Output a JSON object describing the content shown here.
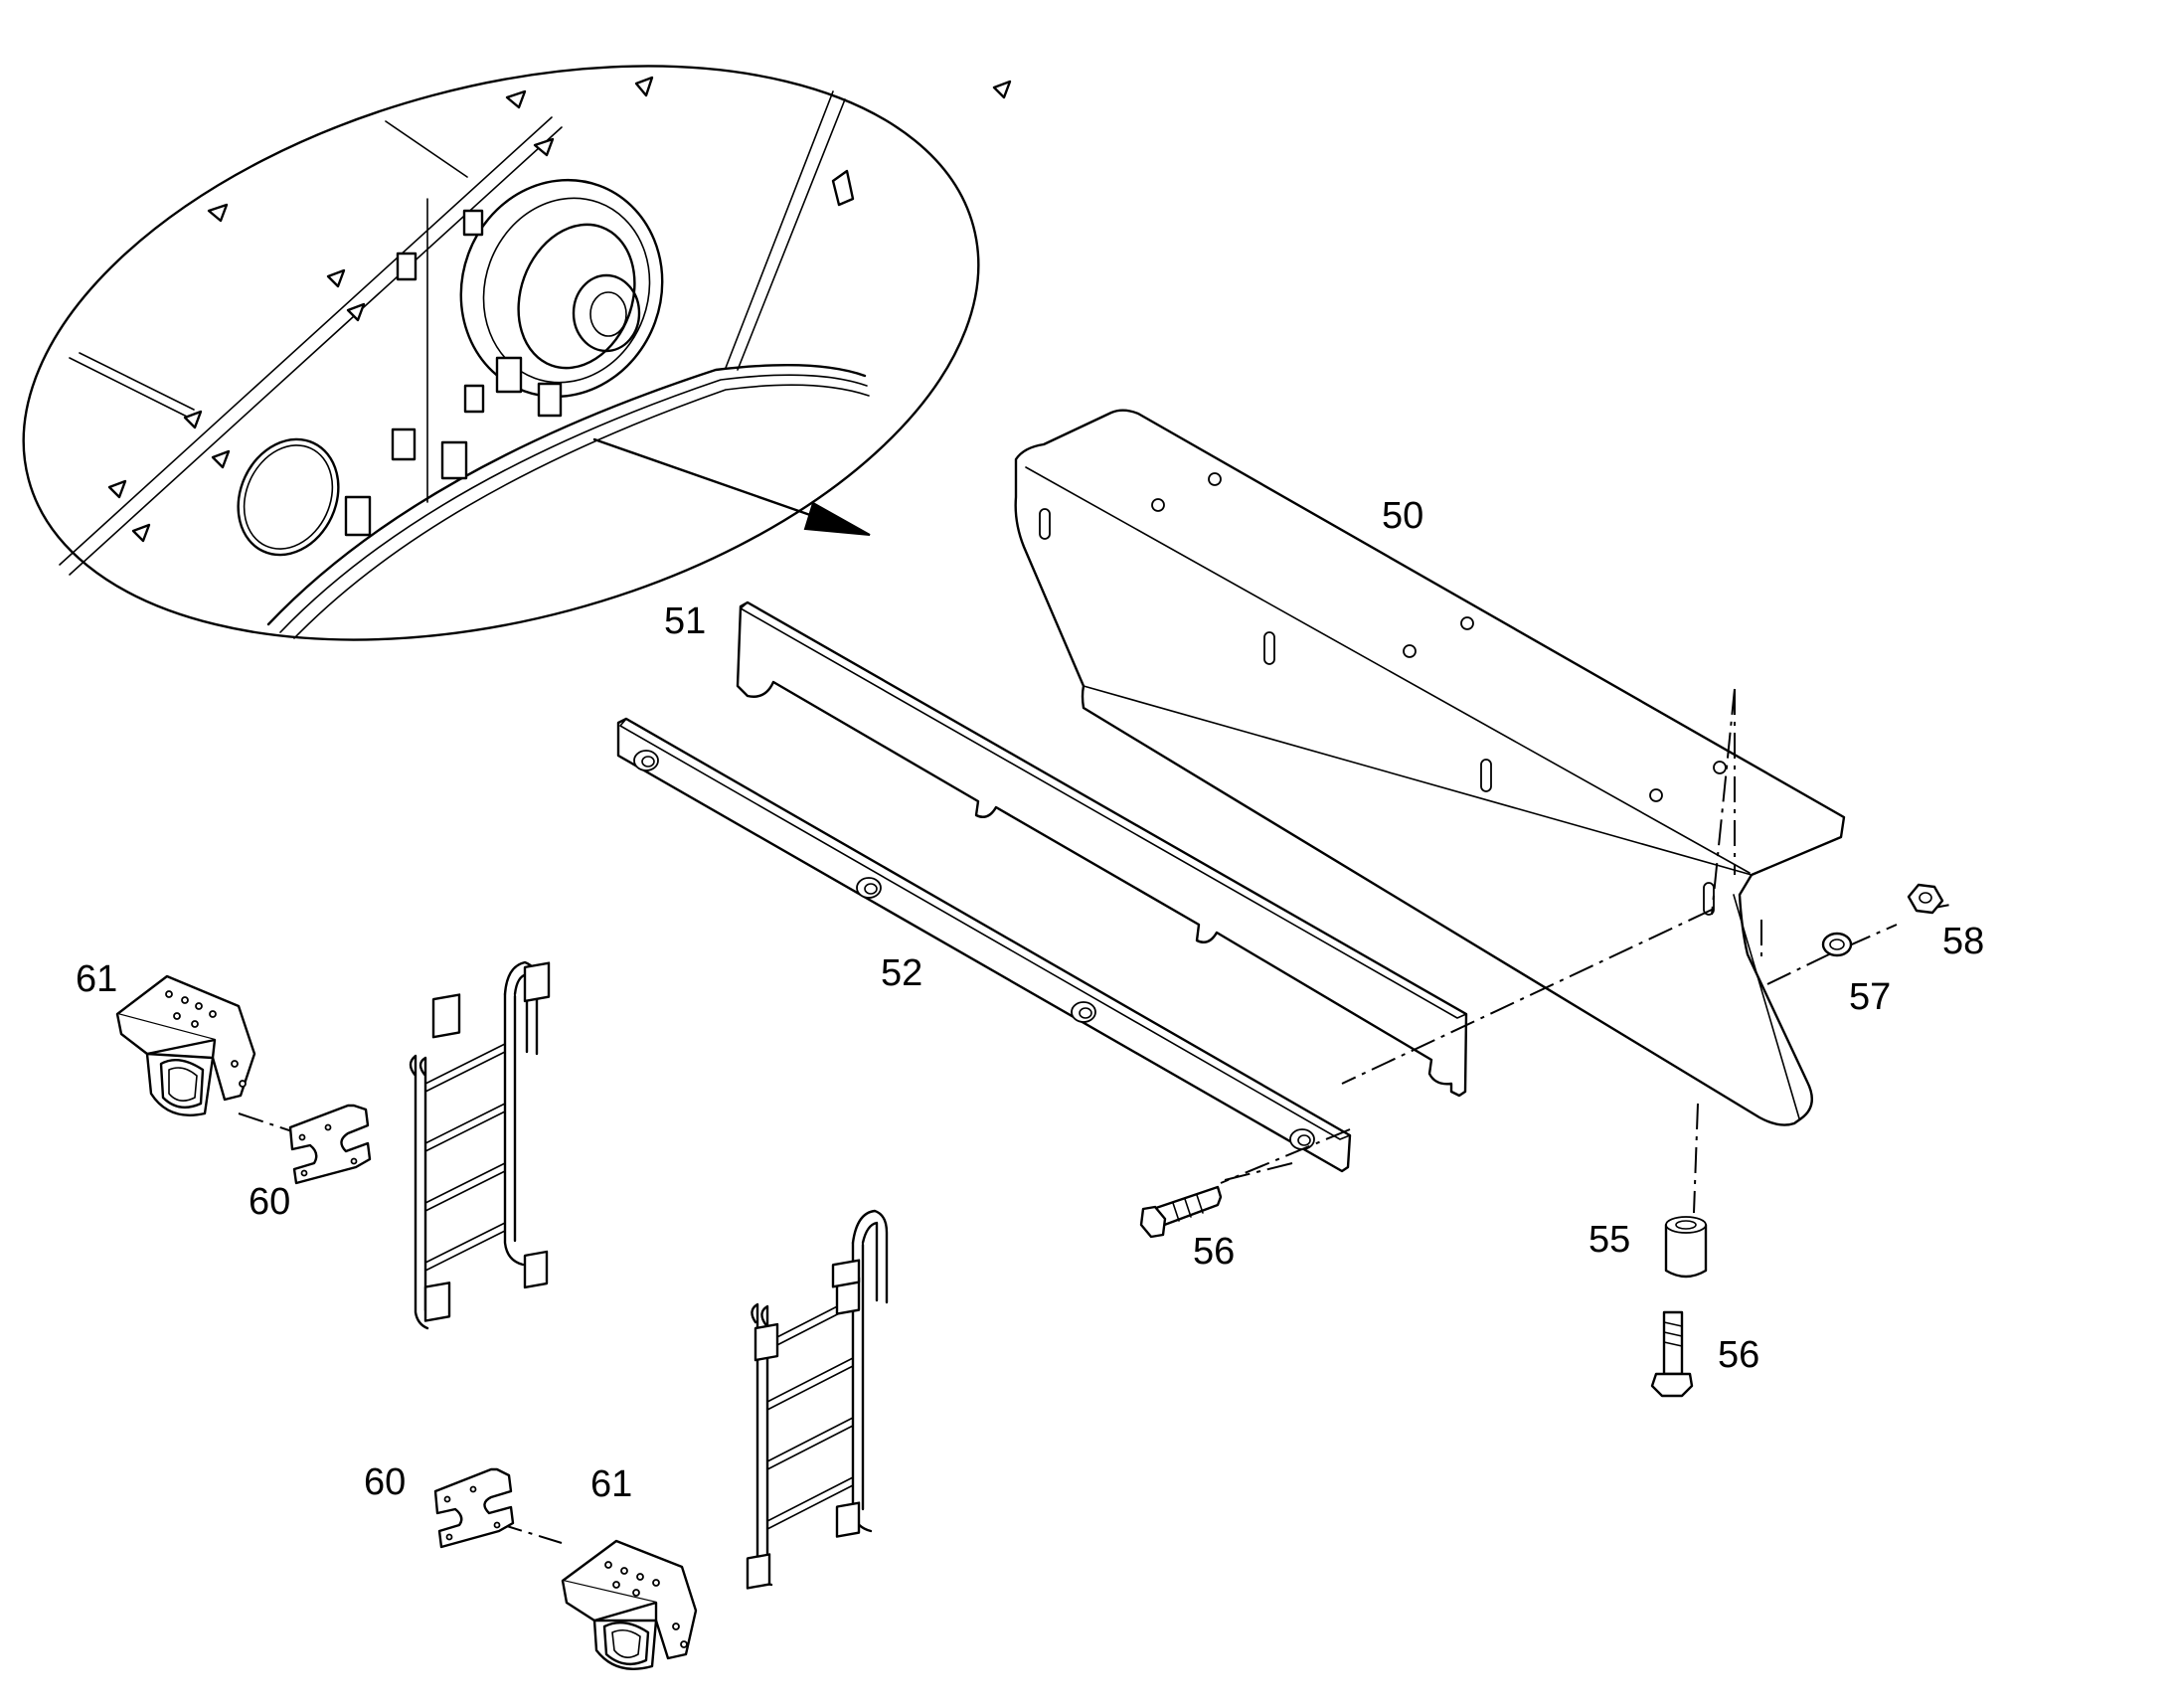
{
  "callouts": {
    "c50": "50",
    "c51": "51",
    "c52": "52",
    "c55": "55",
    "c56a": "56",
    "c56b": "56",
    "c57": "57",
    "c58": "58",
    "c60a": "60",
    "c60b": "60",
    "c61a": "61",
    "c61b": "61"
  }
}
